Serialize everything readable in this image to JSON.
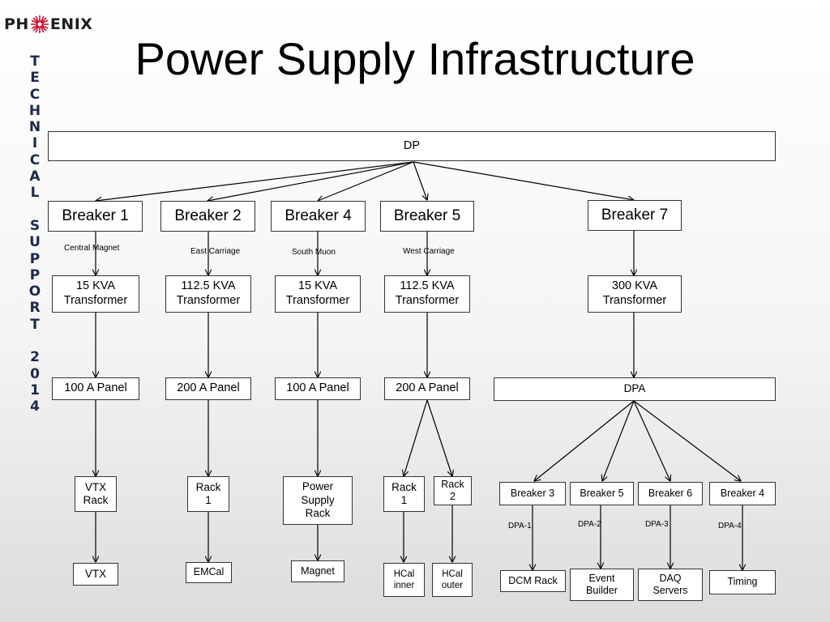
{
  "logo": {
    "text_left": "PH",
    "text_right": "ENIX",
    "star_color": "#c8102e"
  },
  "slide": {
    "title": "Power Supply Infrastructure"
  },
  "sidebar": {
    "text": "TECHNICAL SUPPORT 2014"
  },
  "diagram": {
    "top": {
      "label": "DP"
    },
    "breakers": {
      "b1": "Breaker 1",
      "b2": "Breaker 2",
      "b4": "Breaker 4",
      "b5": "Breaker 5",
      "b7": "Breaker 7"
    },
    "feeds": {
      "b1": "Central  Magnet",
      "b2": "East Carriage",
      "b4": "South   Muon",
      "b5": "West   Carriage"
    },
    "transformers": {
      "t1": "15 KVA\nTransformer",
      "t2": "112.5 KVA\nTransformer",
      "t4": "15 KVA\nTransformer",
      "t5": "112.5 KVA\nTransformer",
      "t7": "300 KVA\nTransformer"
    },
    "panels": {
      "p1": "100 A Panel",
      "p2": "200 A Panel",
      "p4": "100 A Panel",
      "p5": "200 A Panel",
      "dpa": "DPA"
    },
    "racks": {
      "vtx": "VTX\nRack",
      "r1": "Rack\n1",
      "psr": "Power\nSupply\nRack",
      "r1b": "Rack\n1",
      "r2": "Rack\n2"
    },
    "loads": {
      "vtx": "VTX",
      "emcal": "EMCal",
      "magnet": "Magnet",
      "hcal_in": "HCal\ninner",
      "hcal_out": "HCal\nouter"
    },
    "dpa_breakers": {
      "b3": "Breaker 3",
      "b5": "Breaker 5",
      "b6": "Breaker 6",
      "b4": "Breaker 4"
    },
    "dpa_feeds": {
      "d1": "DPA-1",
      "d2": "DPA-2",
      "d3": "DPA-3",
      "d4": "DPA-4"
    },
    "dpa_loads": {
      "dcm": "DCM Rack",
      "eb": "Event\nBuilder",
      "daq": "DAQ\nServers",
      "timing": "Timing"
    }
  }
}
